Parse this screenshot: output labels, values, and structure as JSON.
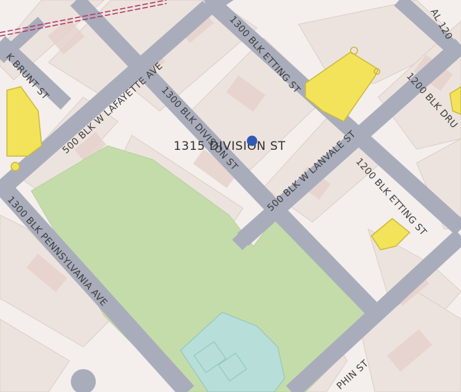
{
  "map": {
    "colors": {
      "background": "#f4efec",
      "block": "#ede3de",
      "parcel_line": "#dcccc5",
      "building": "#e6d1cb",
      "road": "#a9adbb",
      "road_edge": "#9ea3b2",
      "park": "#c4dcaa",
      "highlight_parcel": "#f2e35a",
      "highlight_outline": "#cbb93c",
      "water_feature": "#b7ded8",
      "rail": "#b23c6a",
      "marker": "#2f59b3"
    },
    "marker": {
      "icon": "location-dot-icon",
      "address": "1315 DIVISION ST"
    },
    "street_labels": [
      {
        "id": "500-blk-w-lafayette-ave",
        "text": "500 BLK W LAFAYETTE AVE"
      },
      {
        "id": "1300-blk-etting-st",
        "text": "1300 BLK ETTING ST"
      },
      {
        "id": "1300-blk-division-st",
        "text": "1300 BLK DIVISION ST"
      },
      {
        "id": "500-blk-w-lanvale-st",
        "text": "500 BLK W LANVALE ST"
      },
      {
        "id": "1200-blk-etting-st",
        "text": "1200 BLK ETTING ST"
      },
      {
        "id": "1200-blk-druid",
        "text": "1200 BLK DRU"
      },
      {
        "id": "1300-blk-pennsylvania-ave",
        "text": "1300 BLK PENNSYLVANIA AVE"
      },
      {
        "id": "brunt-st",
        "text": "K BRUNT ST"
      },
      {
        "id": "dolphin-st",
        "text": "PHIN ST"
      },
      {
        "id": "edge-label-top-right",
        "text": "AL 120"
      }
    ]
  }
}
